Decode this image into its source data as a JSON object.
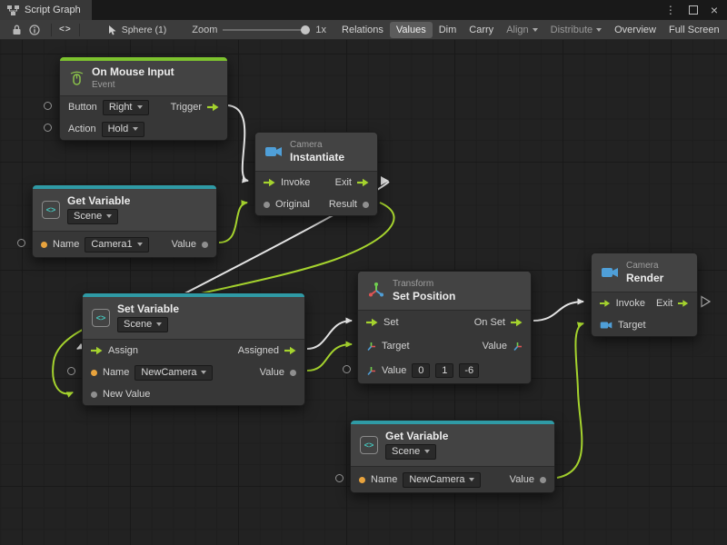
{
  "window": {
    "tab_title": "Script Graph",
    "menu_icon": "⋮",
    "close_icon": "×"
  },
  "toolbar": {
    "code_icon": "<>",
    "context": "Sphere (1)",
    "zoom_label": "Zoom",
    "zoom_value": "1x",
    "relations": "Relations",
    "values": "Values",
    "dim": "Dim",
    "carry": "Carry",
    "align": "Align",
    "distribute": "Distribute",
    "overview": "Overview",
    "fullscreen": "Full Screen"
  },
  "nodes": {
    "on_mouse_input": {
      "title": "On Mouse Input",
      "subtitle": "Event",
      "button_label": "Button",
      "button_value": "Right",
      "trigger_label": "Trigger",
      "action_label": "Action",
      "action_value": "Hold"
    },
    "instantiate": {
      "category": "Camera",
      "title": "Instantiate",
      "invoke": "Invoke",
      "exit": "Exit",
      "original": "Original",
      "result": "Result"
    },
    "get_variable_top": {
      "title": "Get Variable",
      "scope": "Scene",
      "name_label": "Name",
      "name_value": "Camera1",
      "value_label": "Value"
    },
    "set_variable": {
      "title": "Set Variable",
      "scope": "Scene",
      "assign": "Assign",
      "assigned": "Assigned",
      "name_label": "Name",
      "name_value": "NewCamera",
      "value_label": "Value",
      "new_value_label": "New Value"
    },
    "set_position": {
      "category": "Transform",
      "title": "Set Position",
      "set": "Set",
      "on_set": "On Set",
      "target": "Target",
      "value_out": "Value",
      "value_label": "Value",
      "x": "0",
      "y": "1",
      "z": "-6"
    },
    "render": {
      "category": "Camera",
      "title": "Render",
      "invoke": "Invoke",
      "exit": "Exit",
      "target": "Target"
    },
    "get_variable_bottom": {
      "title": "Get Variable",
      "scope": "Scene",
      "name_label": "Name",
      "name_value": "NewCamera",
      "value_label": "Value"
    }
  },
  "colors": {
    "event_accent": "#7dc32e",
    "variable_accent": "#2f9aa5",
    "wire_green": "#a5d32e",
    "wire_white": "#e4e4e4",
    "string_port": "#e8a33d",
    "camera_icon_blue": "#4f9fd8"
  }
}
